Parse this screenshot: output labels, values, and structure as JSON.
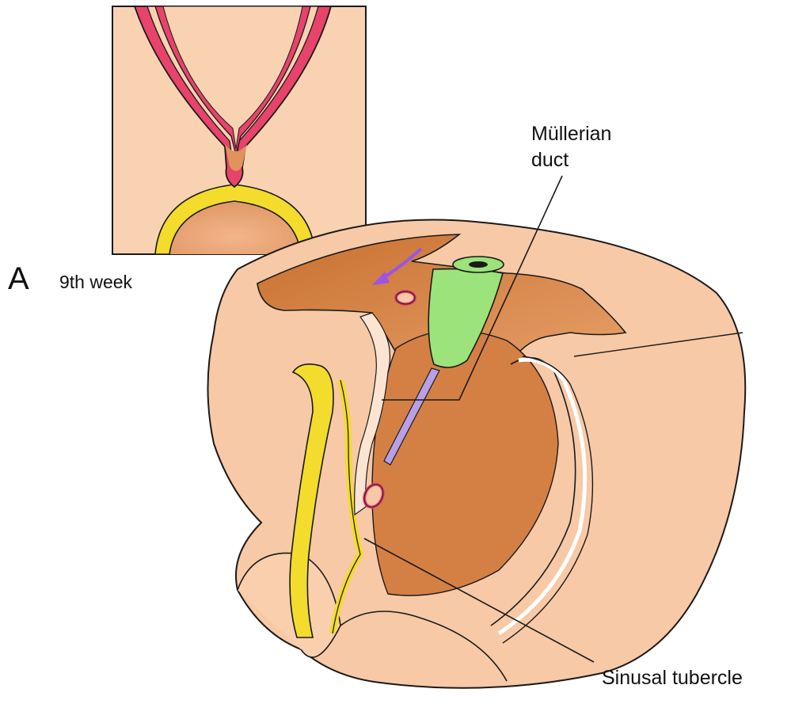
{
  "panel_letter": "A",
  "stage": "9th week",
  "labels": {
    "mullerian_line1": "Müllerian",
    "mullerian_line2": "duct",
    "sinusal_tubercle": "Sinusal tubercle"
  },
  "colors": {
    "tissue_light": "#f7c9a6",
    "tissue_dark": "#d9834a",
    "mullerian_duct": "#e8436b",
    "mesonephric_duct": "#f3dc2c",
    "ureter_green": "#9be37a",
    "ureter_stalk": "#b7a0e6",
    "arrow": "#9a55e8",
    "line": "#1a1a1a"
  },
  "icons": [
    "inset-cross-section",
    "3d-section",
    "direction-arrow"
  ]
}
